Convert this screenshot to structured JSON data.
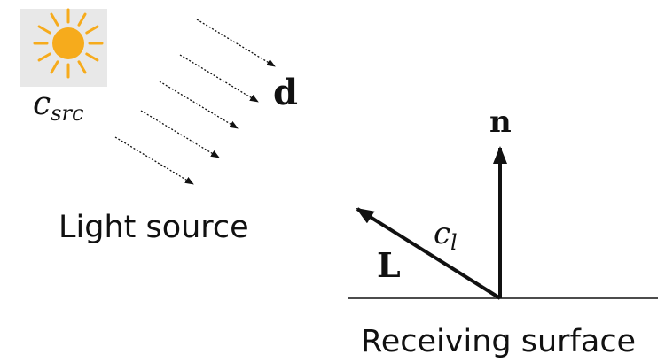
{
  "light_source": {
    "icon": "sun-icon",
    "symbol_base": "c",
    "symbol_subscript": "src",
    "label": "Light source",
    "sun_color": "#f6ab1c",
    "icon_bg": "#e8e8e8"
  },
  "direction": {
    "symbol": "d"
  },
  "surface": {
    "label": "Receiving surface",
    "normal_symbol": "n",
    "light_vector_symbol": "L",
    "color_symbol_base": "c",
    "color_symbol_subscript": "l"
  }
}
